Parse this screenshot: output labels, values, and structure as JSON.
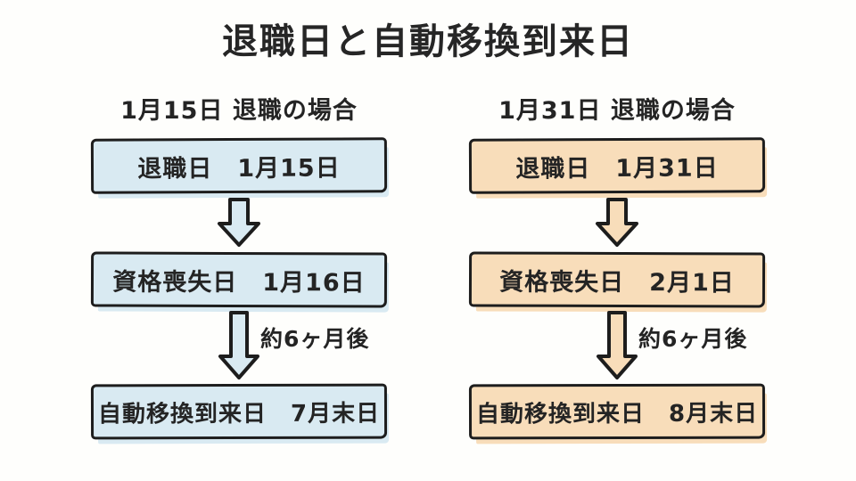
{
  "title": "退職日と自動移換到来日",
  "columns": [
    {
      "header": "1月15日 退職の場合",
      "theme": "blue",
      "boxes": [
        "退職日　1月15日",
        "資格喪失日　1月16日",
        "自動移換到来日　7月末日"
      ],
      "arrow_label": "約6ヶ月後"
    },
    {
      "header": "1月31日 退職の場合",
      "theme": "orange",
      "boxes": [
        "退職日　1月31日",
        "資格喪失日　2月1日",
        "自動移換到来日　8月末日"
      ],
      "arrow_label": "約6ヶ月後"
    }
  ],
  "colors": {
    "ink": "#1d1d1d",
    "blue_fill": "#d9eaf2",
    "orange_fill": "#f8ddba",
    "page_bg": "#fefefc"
  }
}
